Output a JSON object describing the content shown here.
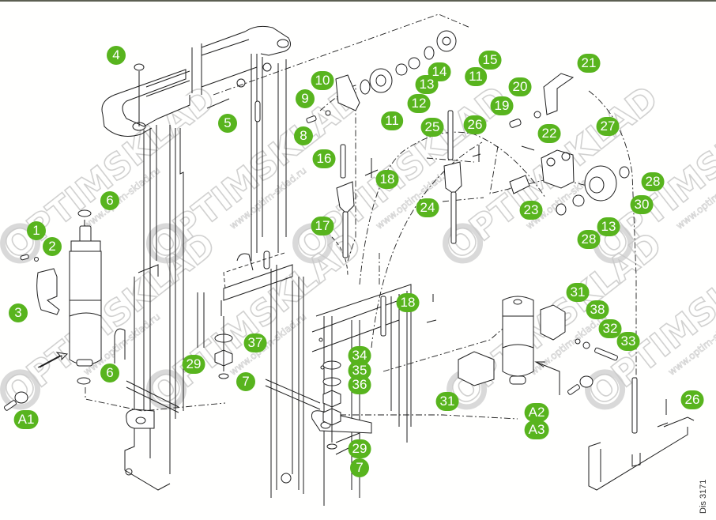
{
  "diagram": {
    "type": "exploded-parts-diagram",
    "subject": "Lift mast with cylinders, chains and pulleys",
    "drawing_id": "Dis 3171",
    "watermark": {
      "brand": "OPTIMSKLAD",
      "url": "www.optim-sklad.ru"
    },
    "colors": {
      "callout_fill": "#58b41e",
      "callout_text": "#ffffff",
      "line": "#1e1e1e",
      "background": "#fffffe",
      "top_border": "#5c5f52",
      "watermark": "#c9c9c9"
    },
    "callouts": [
      {
        "id": "c4",
        "label": "4",
        "part": 4
      },
      {
        "id": "c5",
        "label": "5",
        "part": 5
      },
      {
        "id": "c10",
        "label": "10",
        "part": 10
      },
      {
        "id": "c9",
        "label": "9",
        "part": 9
      },
      {
        "id": "c8",
        "label": "8",
        "part": 8
      },
      {
        "id": "c16",
        "label": "16",
        "part": 16
      },
      {
        "id": "c17",
        "label": "17",
        "part": 17
      },
      {
        "id": "c6a",
        "label": "6",
        "part": 6
      },
      {
        "id": "c1",
        "label": "1",
        "part": 1
      },
      {
        "id": "c2",
        "label": "2",
        "part": 2
      },
      {
        "id": "c3",
        "label": "3",
        "part": 3
      },
      {
        "id": "c6b",
        "label": "6",
        "part": 6
      },
      {
        "id": "cA1",
        "label": "A1",
        "part": "A1"
      },
      {
        "id": "c37",
        "label": "37",
        "part": 37
      },
      {
        "id": "c29a",
        "label": "29",
        "part": 29
      },
      {
        "id": "c7a",
        "label": "7",
        "part": 7
      },
      {
        "id": "c15",
        "label": "15",
        "part": 15
      },
      {
        "id": "c11a",
        "label": "11",
        "part": 11
      },
      {
        "id": "c14",
        "label": "14",
        "part": 14
      },
      {
        "id": "c13a",
        "label": "13",
        "part": 13
      },
      {
        "id": "c12",
        "label": "12",
        "part": 12
      },
      {
        "id": "c11b",
        "label": "11",
        "part": 11
      },
      {
        "id": "c25",
        "label": "25",
        "part": 25
      },
      {
        "id": "c26a",
        "label": "26",
        "part": 26
      },
      {
        "id": "c18a",
        "label": "18",
        "part": 18
      },
      {
        "id": "c24",
        "label": "24",
        "part": 24
      },
      {
        "id": "c21",
        "label": "21",
        "part": 21
      },
      {
        "id": "c20",
        "label": "20",
        "part": 20
      },
      {
        "id": "c19",
        "label": "19",
        "part": 19
      },
      {
        "id": "c22",
        "label": "22",
        "part": 22
      },
      {
        "id": "c27",
        "label": "27",
        "part": 27
      },
      {
        "id": "c23",
        "label": "23",
        "part": 23
      },
      {
        "id": "c28a",
        "label": "28",
        "part": 28
      },
      {
        "id": "c30",
        "label": "30",
        "part": 30
      },
      {
        "id": "c13b",
        "label": "13",
        "part": 13
      },
      {
        "id": "c28b",
        "label": "28",
        "part": 28
      },
      {
        "id": "c18b",
        "label": "18",
        "part": 18
      },
      {
        "id": "c34",
        "label": "34",
        "part": 34
      },
      {
        "id": "c35",
        "label": "35",
        "part": 35
      },
      {
        "id": "c36",
        "label": "36",
        "part": 36
      },
      {
        "id": "c29b",
        "label": "29",
        "part": 29
      },
      {
        "id": "c7b",
        "label": "7",
        "part": 7
      },
      {
        "id": "c31a",
        "label": "31",
        "part": 31
      },
      {
        "id": "c38",
        "label": "38",
        "part": 38
      },
      {
        "id": "c32",
        "label": "32",
        "part": 32
      },
      {
        "id": "c33",
        "label": "33",
        "part": 33
      },
      {
        "id": "c31b",
        "label": "31",
        "part": 31
      },
      {
        "id": "cA2",
        "label": "A2",
        "part": "A2"
      },
      {
        "id": "cA3",
        "label": "A3",
        "part": "A3"
      },
      {
        "id": "c26b",
        "label": "26",
        "part": 26
      }
    ]
  }
}
